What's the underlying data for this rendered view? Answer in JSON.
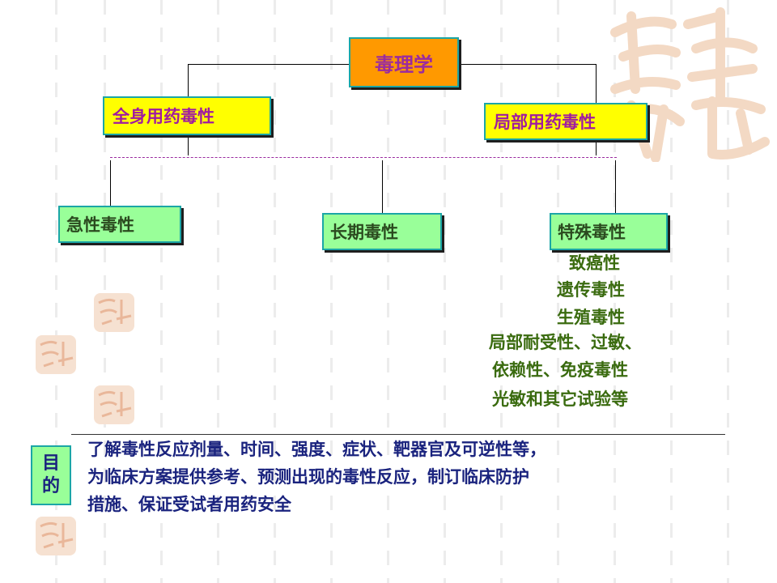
{
  "diagram": {
    "root": "毒理学",
    "level2": {
      "left": "全身用药毒性",
      "right": "局部用药毒性"
    },
    "level3": {
      "acute": "急性毒性",
      "chronic": "长期毒性",
      "special": "特殊毒性"
    },
    "special_items": [
      "致癌性",
      "遗传毒性",
      "生殖毒性",
      "局部耐受性、过敏、",
      "依赖性、免疫毒性",
      "光敏和其它试验等"
    ]
  },
  "purpose": {
    "label_chars": [
      "目",
      "的"
    ],
    "lines": [
      "了解毒性反应剂量、时间、强度、症状、靶器官及可逆性等，",
      "为临床方案提供参考、预测出现的毒性反应，制订临床防护",
      "措施、保证受试者用药安全"
    ]
  },
  "colors": {
    "root_fill": "#ff9900",
    "level2_fill": "#ffff00",
    "level3_fill": "#99ff99",
    "border": "#1ba6a6",
    "special_text": "#3a6b0f",
    "purpose_text": "#1a237e"
  }
}
